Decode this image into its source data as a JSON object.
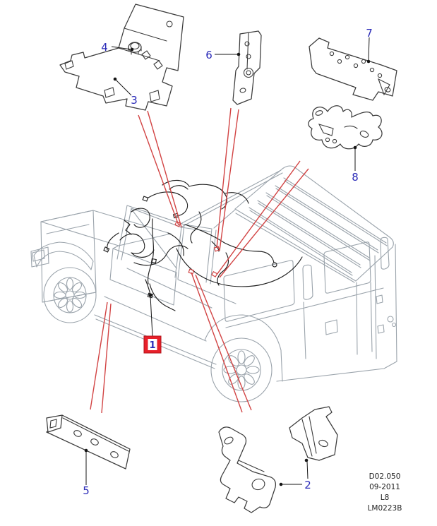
{
  "diagram": {
    "kind": "vehicle parts location illustration",
    "callouts": [
      {
        "number": "1",
        "boxed": true
      },
      {
        "number": "2",
        "boxed": false
      },
      {
        "number": "3",
        "boxed": false
      },
      {
        "number": "4",
        "boxed": false
      },
      {
        "number": "5",
        "boxed": false
      },
      {
        "number": "6",
        "boxed": false
      },
      {
        "number": "7",
        "boxed": false
      },
      {
        "number": "8",
        "boxed": false
      }
    ],
    "footer_lines": [
      "D02.050",
      "09-2011",
      "L8",
      "LM0223B"
    ],
    "colors": {
      "callout_label_blue": "#2a2ab8",
      "callout_box_red": "#e8202a",
      "reference_line_red": "#d24444",
      "vehicle_line_gray": "#9aa3ab",
      "harness_line_black": "#1f1f1f",
      "part_line_dark": "#3b3b3b",
      "background": "#ffffff"
    }
  }
}
